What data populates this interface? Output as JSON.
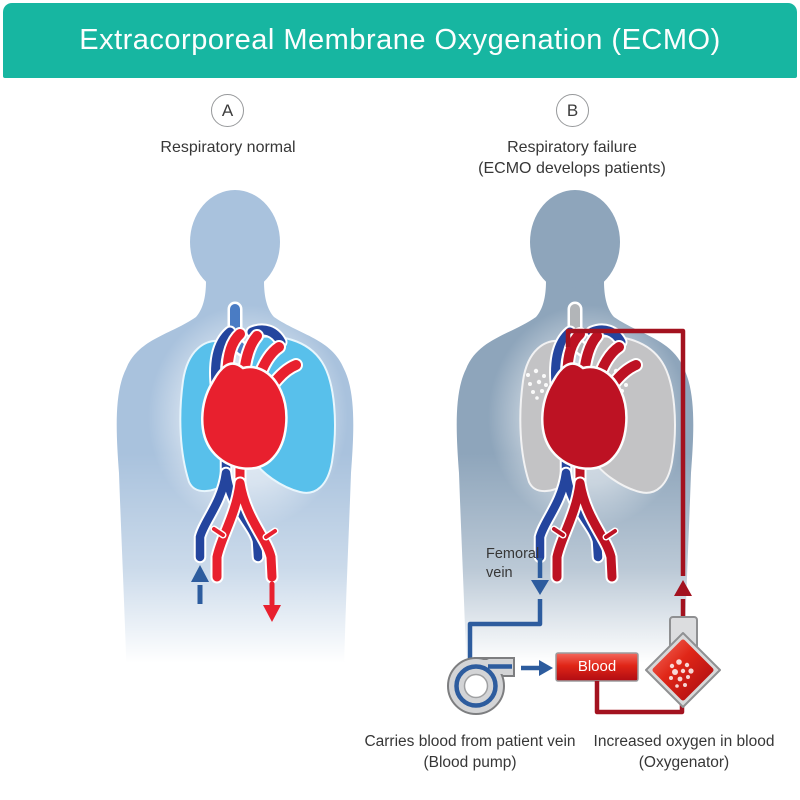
{
  "header": {
    "title": "Extracorporeal Membrane Oxygenation (ECMO)"
  },
  "panels": {
    "a": {
      "badge": "A",
      "caption": "Respiratory normal"
    },
    "b": {
      "badge": "B",
      "caption_line1": "Respiratory failure",
      "caption_line2": "(ECMO develops patients)"
    }
  },
  "labels": {
    "femoral_vein": "Femoral vein",
    "blood_box": "Blood",
    "pump_caption_line1": "Carries blood from patient vein",
    "pump_caption_line2": "(Blood pump)",
    "oxygenator_caption_line1": "Increased oxygen in blood",
    "oxygenator_caption_line2": "(Oxygenator)"
  },
  "icons": {
    "figure_a": "healthy-patient-silhouette",
    "figure_b": "ecmo-patient-silhouette",
    "blood_pump": "centrifugal-pump",
    "oxygenator": "diamond-flask",
    "arrows": "blood-flow-direction"
  },
  "colors": {
    "header_bg": "#17b6a1",
    "silhouette_a": "#a9c2dd",
    "silhouette_b": "#8ea5bb",
    "lungs_a": "#58c0eb",
    "lungs_b": "#c3c3c5",
    "heart_a": "#e8202e",
    "heart_b": "#bd1223",
    "vein_blue": "#24459e",
    "artery_red": "#e8202e",
    "circuit_blue": "#2d5c9e",
    "circuit_red": "#a3121f",
    "blood_box_red": "#d8151b",
    "device_gray": "#d3d4d6"
  }
}
